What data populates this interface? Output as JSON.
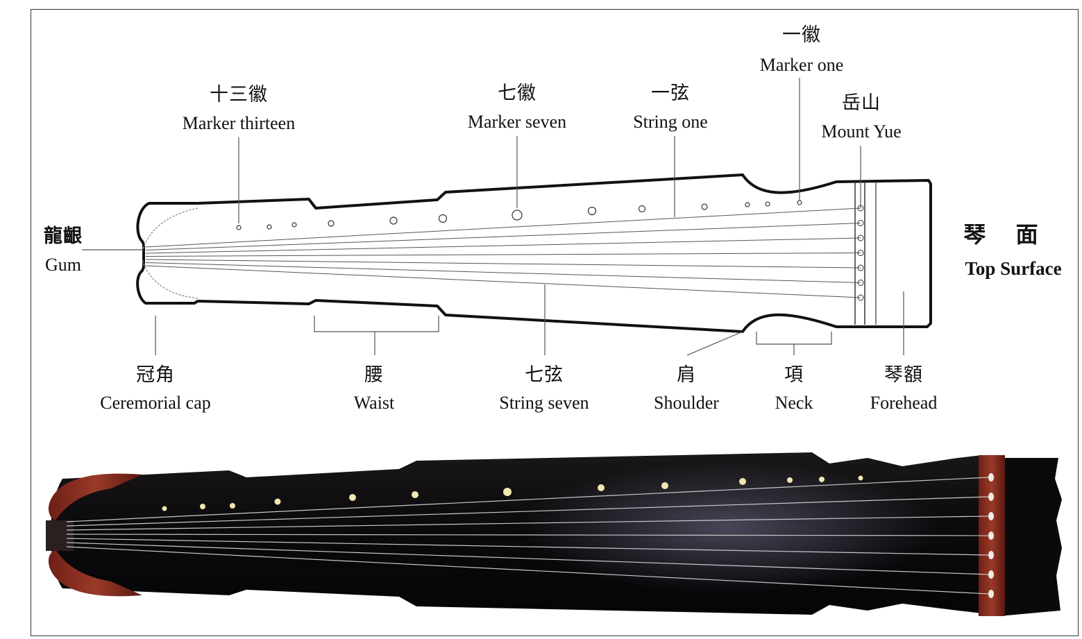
{
  "labels": {
    "marker_thirteen": {
      "zh": "十三徽",
      "en": "Marker thirteen"
    },
    "marker_seven": {
      "zh": "七徽",
      "en": "Marker seven"
    },
    "string_one": {
      "zh": "一弦",
      "en": "String one"
    },
    "marker_one": {
      "zh": "一徽",
      "en": "Marker one"
    },
    "mount_yue": {
      "zh": "岳山",
      "en": "Mount Yue"
    },
    "gum": {
      "zh": "龍齦",
      "en": "Gum"
    },
    "top_surface": {
      "zh": "琴 面",
      "en": "Top Surface"
    },
    "ceremonial_cap": {
      "zh": "冠角",
      "en": "Ceremorial cap"
    },
    "waist": {
      "zh": "腰",
      "en": "Waist"
    },
    "string_seven": {
      "zh": "七弦",
      "en": "String seven"
    },
    "shoulder": {
      "zh": "肩",
      "en": "Shoulder"
    },
    "neck": {
      "zh": "項",
      "en": "Neck"
    },
    "forehead": {
      "zh": "琴額",
      "en": "Forehead"
    }
  },
  "colors": {
    "outline": "#111111",
    "lacquer": "#0d0b0d",
    "lacquer_highlight": "#4a4a5a",
    "rosewood": "#8a2a1e",
    "stud": "#f2e7b0",
    "string": "#c9c9c9"
  }
}
